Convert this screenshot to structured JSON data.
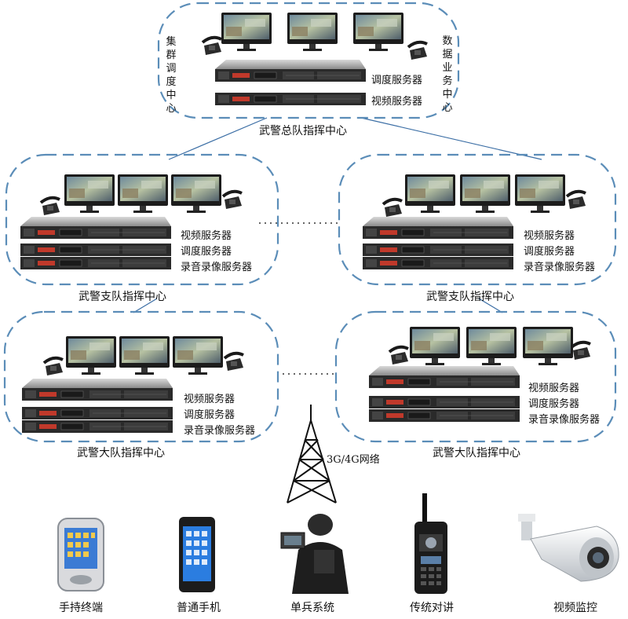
{
  "hq": {
    "title": "武警总队指挥中心",
    "left_vertical": "集群调度中心",
    "right_vertical": "数据业务中心",
    "servers": [
      "调度服务器",
      "视频服务器"
    ]
  },
  "branch_left": {
    "title": "武警支队指挥中心",
    "servers": [
      "视频服务器",
      "调度服务器",
      "录音录像服务器"
    ]
  },
  "branch_right": {
    "title": "武警支队指挥中心",
    "servers": [
      "视频服务器",
      "调度服务器",
      "录音录像服务器"
    ]
  },
  "brigade_left": {
    "title": "武警大队指挥中心",
    "servers": [
      "视频服务器",
      "调度服务器",
      "录音录像服务器"
    ]
  },
  "brigade_right": {
    "title": "武警大队指挥中心",
    "servers": [
      "视频服务器",
      "调度服务器",
      "录音录像服务器"
    ]
  },
  "network": {
    "label": "3G/4G网络"
  },
  "terminals": [
    {
      "label": "手持终端",
      "icon": "pda-icon"
    },
    {
      "label": "普通手机",
      "icon": "phone-icon"
    },
    {
      "label": "单兵系统",
      "icon": "soldier-icon"
    },
    {
      "label": "传统对讲",
      "icon": "radio-icon"
    },
    {
      "label": "视频监控",
      "icon": "camera-icon"
    }
  ],
  "colors": {
    "dashed_border": "#5b8db8",
    "server_dark": "#2a2a2a",
    "server_red": "#c0392b",
    "monitor_frame": "#1c1c1c",
    "link_line": "#3b6ea5"
  }
}
